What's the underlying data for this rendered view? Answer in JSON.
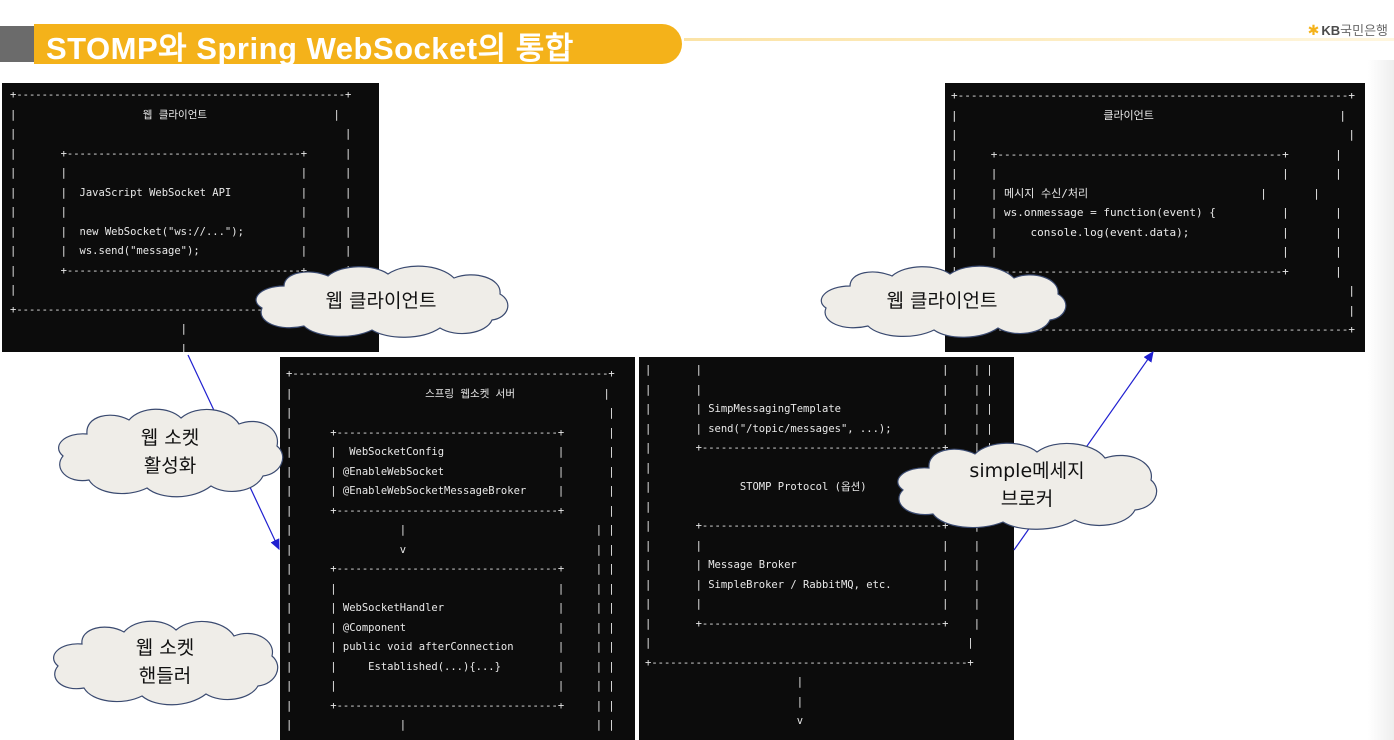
{
  "title": "STOMP와 Spring WebSocket의 통합",
  "logo": {
    "mark": "KB",
    "text": "국민은행"
  },
  "colors": {
    "title_band": "#f4b21a",
    "terminal_bg": "#0c0c0c",
    "arrow": "#2020d0",
    "cloud_fill": "#efede8"
  },
  "terminals": {
    "web_client": "+----------------------------------------------------+\n|                    웹 클라이언트                    |\n|                                                    |\n|       +-------------------------------------+      |\n|       |                                     |      |\n|       |  JavaScript WebSocket API           |      |\n|       |                                     |      |\n|       |  new WebSocket(\"ws://...\");         |      |\n|       |  ws.send(\"message\");                |      |\n|       +-------------------------------------+      |\n|                                                    |\n+----------------------------------------------------+\n                           |\n                           |\n                           v",
    "spring_server": "+--------------------------------------------------+\n|                     스프링 웹소켓 서버              |\n|                                                  |\n|      +-----------------------------------+       |\n|      |  WebSocketConfig                  |       |\n|      | @EnableWebSocket                  |       |\n|      | @EnableWebSocketMessageBroker     |       |\n|      +-----------------------------------+       |\n|                 |                              | |\n|                 v                              | |\n|      +-----------------------------------+     | |\n|      |                                   |     | |\n|      | WebSocketHandler                  |     | |\n|      | @Component                        |     | |\n|      | public void afterConnection       |     | |\n|      |     Established(...){...}         |     | |\n|      |                                   |     | |\n|      +-----------------------------------+     | |\n|                 |                              | |\n|                 v                              | |",
    "broker": "|       |                                      |    | |\n|       |                                      |    | |\n|       | SimpMessagingTemplate                |    | |\n|       | send(\"/topic/messages\", ...);        |    | |\n|       +--------------------------------------+    | |\n|                                                  |\n|              STOMP Protocol (옵션)                |\n|                                                  |\n|       +--------------------------------------+    |\n|       |                                      |    |\n|       | Message Broker                       |    |\n|       | SimpleBroker / RabbitMQ, etc.        |    |\n|       |                                      |    |\n|       +--------------------------------------+    |\n|                                                  |\n+--------------------------------------------------+\n                        |\n                        |\n                        v",
    "client": "+-----------------------------------------------------------+\n|                      클라이언트                            |\n|                                                           |\n|     +-------------------------------------------+       |\n|     |                                           |       |\n|     | 메시지 수신/처리                          |       |\n|     | ws.onmessage = function(event) {          |       |\n|     |     console.log(event.data);              |       |\n|     |                                           |       |\n|     +-------------------------------------------+       |\n|                                                           |\n|                                                           |\n+-----------------------------------------------------------+"
  },
  "clouds": {
    "web_client_left": "웹 클라이언트",
    "web_client_right": "웹 클라이언트",
    "ws_activate": "웹 소켓\n활성화",
    "ws_handler": "웹 소켓\n핸들러",
    "simple_broker": "simple메세지\n브로커"
  }
}
